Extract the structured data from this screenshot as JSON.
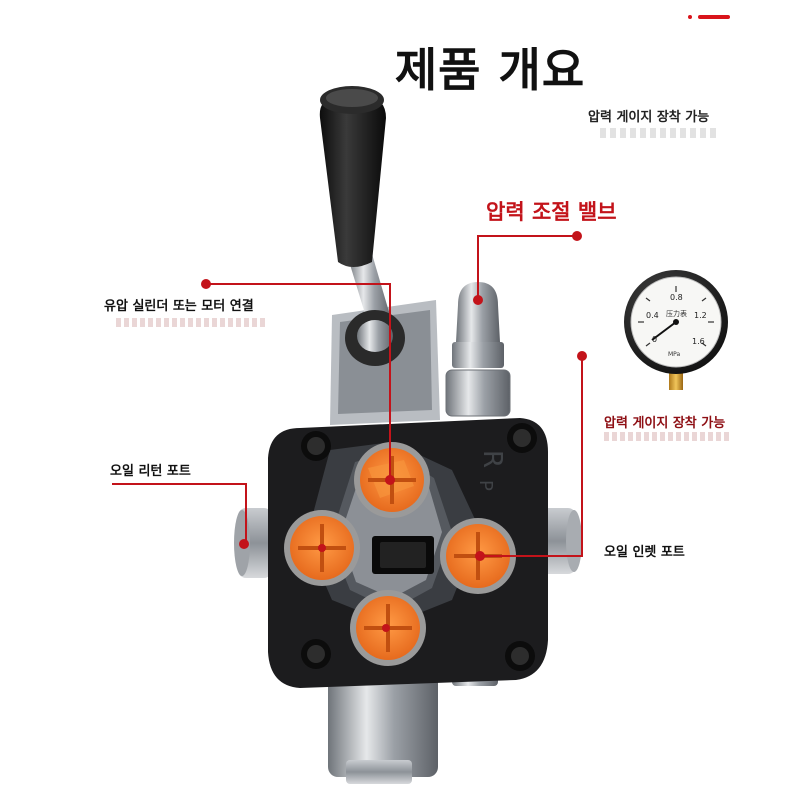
{
  "title": "제품 개요",
  "subtitle": "압력 게이지 장착 가능",
  "callouts": {
    "pressure_valve": "압력 조절 밸브",
    "cylinder_motor": "유압 실린더 또는 모터 연결",
    "oil_return": "오일 리턴 포트",
    "oil_inlet": "오일 인렛 포트",
    "gauge_mount": "압력 게이지 장착 가능"
  },
  "gauge": {
    "ticks": [
      "0",
      "0.4",
      "0.8",
      "1.2",
      "1.6"
    ],
    "unit": "MPa",
    "face_text": "压力表"
  },
  "valve_letters": [
    "R",
    "P"
  ],
  "colors": {
    "accent": "#d9141b",
    "callout_line": "#c3131a",
    "valve_body": "#1c1c1e",
    "port_cap": "#f07a22",
    "port_ring": "#9a9a9a"
  }
}
